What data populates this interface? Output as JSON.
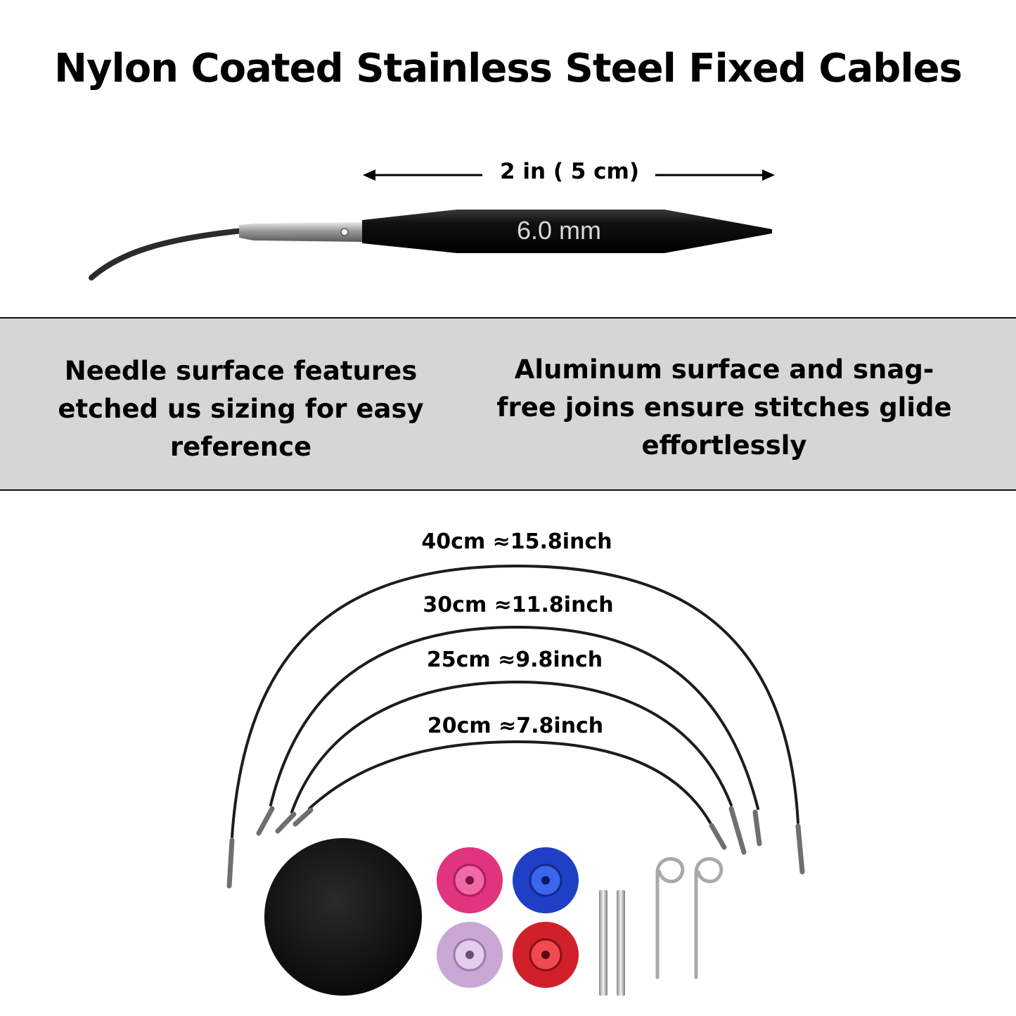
{
  "header": {
    "title": "Nylon Coated Stainless Steel Fixed Cables"
  },
  "needle": {
    "length_label": "2 in ( 5 cm)",
    "size_marking": "6.0 mm"
  },
  "features": {
    "left": "Needle surface features etched us sizing for easy reference",
    "right": "Aluminum surface and snag-free joins ensure stitches glide effortlessly"
  },
  "cables": [
    {
      "label": "40cm ≈15.8inch"
    },
    {
      "label": "30cm ≈11.8inch"
    },
    {
      "label": "25cm ≈9.8inch"
    },
    {
      "label": "20cm ≈7.8inch"
    }
  ],
  "accessories": {
    "stopper_colors": [
      "#e0347e",
      "#1f3fc4",
      "#c9a8d6",
      "#d0202a"
    ]
  }
}
